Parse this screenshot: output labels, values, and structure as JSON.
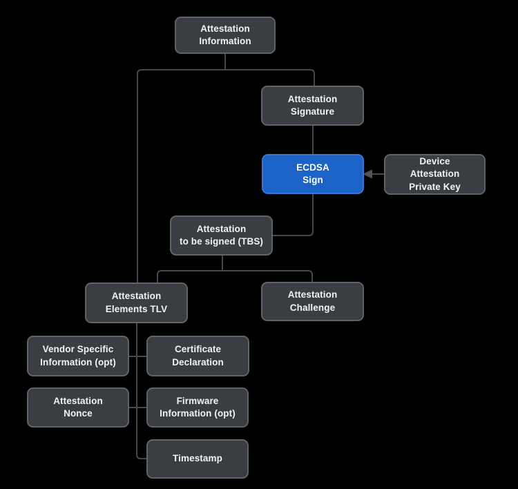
{
  "diagram": {
    "nodes": {
      "attestation_information": {
        "label": "Attestation\nInformation"
      },
      "attestation_signature": {
        "label": "Attestation\nSignature"
      },
      "ecdsa_sign": {
        "label": "ECDSA\nSign",
        "highlighted": true
      },
      "device_attestation_private_key": {
        "label": "Device\nAttestation\nPrivate Key"
      },
      "attestation_tbs": {
        "label": "Attestation\nto be signed (TBS)"
      },
      "attestation_elements_tlv": {
        "label": "Attestation\nElements TLV"
      },
      "attestation_challenge": {
        "label": "Attestation\nChallenge"
      },
      "vendor_specific_information": {
        "label": "Vendor Specific\nInformation (opt)"
      },
      "certificate_declaration": {
        "label": "Certificate\nDeclaration"
      },
      "attestation_nonce": {
        "label": "Attestation\nNonce"
      },
      "firmware_information": {
        "label": "Firmware\nInformation (opt)"
      },
      "timestamp": {
        "label": "Timestamp"
      }
    },
    "edges": [
      {
        "from": "attestation_information",
        "to": "attestation_signature",
        "arrow": false
      },
      {
        "from": "attestation_information",
        "to": "attestation_elements_tlv",
        "arrow": false
      },
      {
        "from": "attestation_signature",
        "to": "ecdsa_sign",
        "arrow": false
      },
      {
        "from": "ecdsa_sign",
        "to": "attestation_tbs",
        "arrow": false
      },
      {
        "from": "device_attestation_private_key",
        "to": "ecdsa_sign",
        "arrow": true
      },
      {
        "from": "attestation_tbs",
        "to": "attestation_elements_tlv",
        "arrow": false
      },
      {
        "from": "attestation_tbs",
        "to": "attestation_challenge",
        "arrow": false
      },
      {
        "from": "attestation_elements_tlv",
        "to": "vendor_specific_information",
        "arrow": false
      },
      {
        "from": "attestation_elements_tlv",
        "to": "certificate_declaration",
        "arrow": false
      },
      {
        "from": "attestation_elements_tlv",
        "to": "attestation_nonce",
        "arrow": false
      },
      {
        "from": "attestation_elements_tlv",
        "to": "firmware_information",
        "arrow": false
      },
      {
        "from": "attestation_elements_tlv",
        "to": "timestamp",
        "arrow": false
      }
    ],
    "colors": {
      "background": "#000000",
      "node_fill": "#3a3e42",
      "node_border": "#5f6468",
      "node_text": "#f1f3f4",
      "highlight_fill": "#1b63c6",
      "highlight_border": "#3d74cf",
      "connector": "#45494d"
    }
  }
}
